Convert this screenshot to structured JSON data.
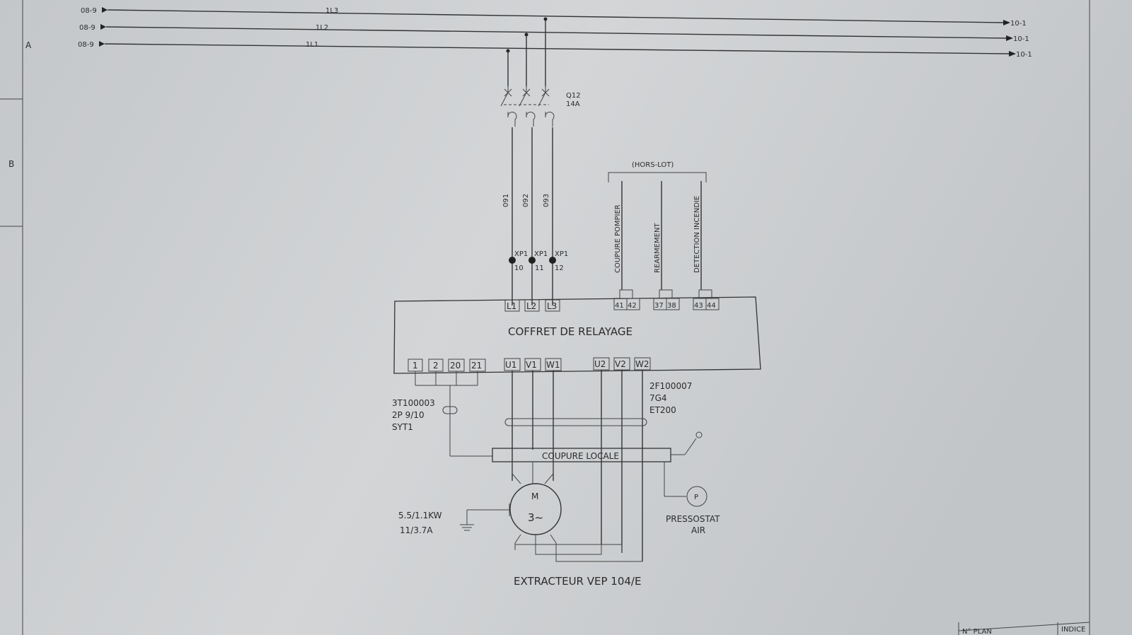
{
  "zones": [
    "A",
    "B"
  ],
  "buses": [
    {
      "name": "1L3",
      "from": "08-9",
      "to": "10-1"
    },
    {
      "name": "1L2",
      "from": "08-9",
      "to": "10-1"
    },
    {
      "name": "1L1",
      "from": "08-9",
      "to": "10-1"
    }
  ],
  "breaker": {
    "name": "Q12",
    "rating": "14A"
  },
  "wires": [
    "091",
    "092",
    "093"
  ],
  "connectors": [
    {
      "name": "XP1",
      "pin": "10"
    },
    {
      "name": "XP1",
      "pin": "11"
    },
    {
      "name": "XP1",
      "pin": "12"
    }
  ],
  "hors_lot": {
    "label": "(HORS-LOT)",
    "signals": [
      "COUPURE POMPIER",
      "REARMEMENT",
      "DETECTION INCENDIE"
    ]
  },
  "coffret": {
    "title": "COFFRET DE RELAYAGE",
    "top_terminals": [
      "L1",
      "L2",
      "L3",
      "41",
      "42",
      "37",
      "38",
      "43",
      "44"
    ],
    "bottom_terminals": [
      "1",
      "2",
      "20",
      "21",
      "U1",
      "V1",
      "W1",
      "U2",
      "V2",
      "W2"
    ]
  },
  "cable_left": [
    "3T100003",
    "2P 9/10",
    "SYT1"
  ],
  "cable_right": [
    "2F100007",
    "7G4",
    "ET200"
  ],
  "coupure_locale": "COUPURE LOCALE",
  "motor": {
    "symbol": "M",
    "phase": "3~",
    "power": "5.5/1.1KW",
    "current": "11/3.7A"
  },
  "pressostat": {
    "symbol": "P",
    "label_line1": "PRESSOSTAT",
    "label_line2": "AIR"
  },
  "caption": "EXTRACTEUR VEP 104/E",
  "title_block": {
    "plan_label": "N° PLAN",
    "indice_label": "INDICE"
  }
}
